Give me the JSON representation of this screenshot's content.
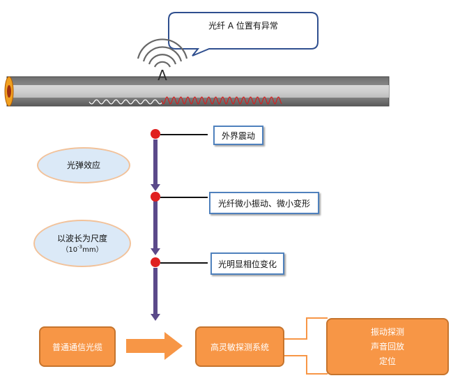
{
  "callout": {
    "text": "光纤 A 位置有异常"
  },
  "sensor": {
    "label": "A"
  },
  "stages": [
    {
      "label": "外界震动"
    },
    {
      "label": "光纤微小振动、微小变形"
    },
    {
      "label": "光明显相位变化"
    }
  ],
  "effects": {
    "photoelastic": "光弹效应",
    "scale_line1": "以波长为尺度",
    "scale_prefix": "（10",
    "scale_exp": "-3",
    "scale_suffix": "mm）"
  },
  "bottom": {
    "ordinary": "普通通信光缆",
    "sensitive": "高灵敏探测系统",
    "outputs": [
      "振动探测",
      "声音回放",
      "定位"
    ]
  },
  "colors": {
    "orange_fill": "#f79646",
    "stage_border": "#4f81bd",
    "ellipse_fill": "#dbe9f7",
    "arrow_purple": "#5b4a8a",
    "dot_red": "#e02020"
  }
}
